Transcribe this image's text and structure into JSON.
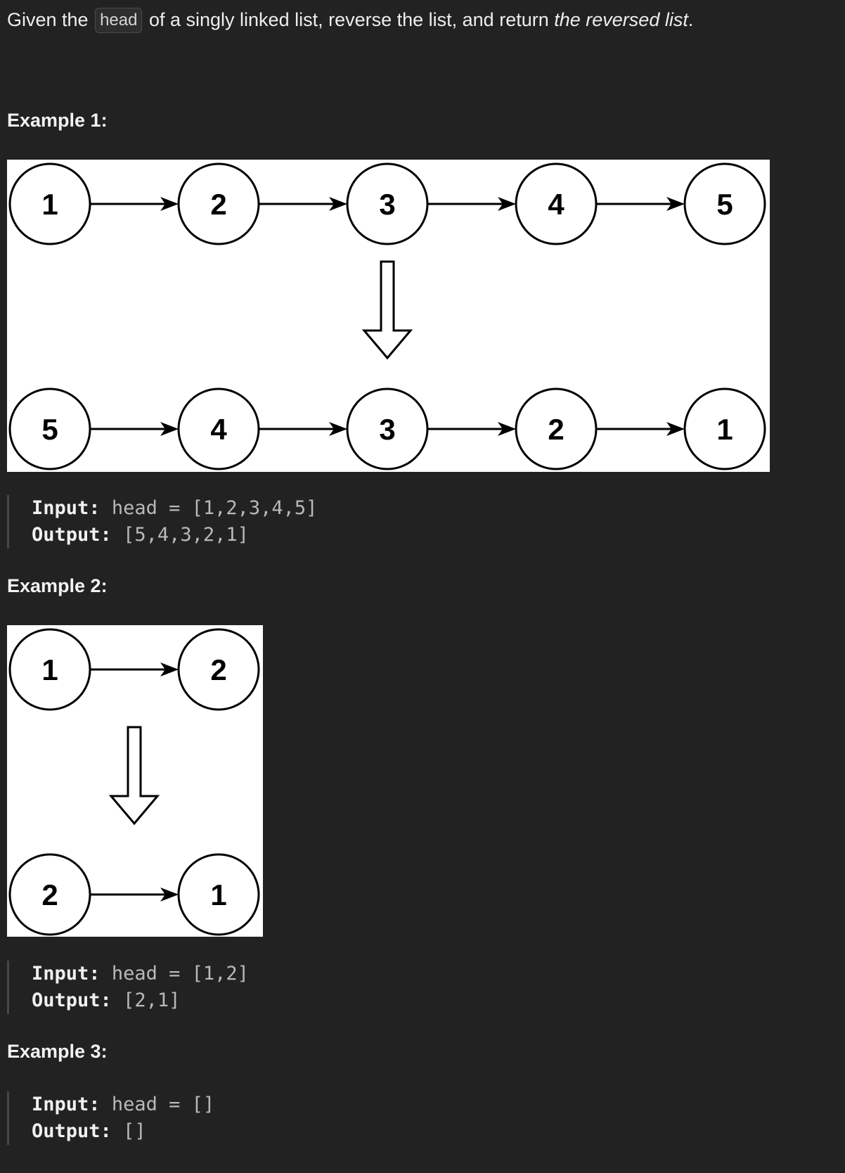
{
  "intro": {
    "text_before": "Given the ",
    "code": "head",
    "text_middle": " of a singly linked list, reverse the list, and return ",
    "emphasis": "the reversed list",
    "text_after": "."
  },
  "examples": [
    {
      "heading": "Example 1:",
      "diagram": {
        "top": [
          "1",
          "2",
          "3",
          "4",
          "5"
        ],
        "bottom": [
          "5",
          "4",
          "3",
          "2",
          "1"
        ]
      },
      "input_label": "Input:",
      "input_value": "head = [1,2,3,4,5]",
      "output_label": "Output:",
      "output_value": "[5,4,3,2,1]"
    },
    {
      "heading": "Example 2:",
      "diagram": {
        "top": [
          "1",
          "2"
        ],
        "bottom": [
          "2",
          "1"
        ]
      },
      "input_label": "Input:",
      "input_value": "head = [1,2]",
      "output_label": "Output:",
      "output_value": "[2,1]"
    },
    {
      "heading": "Example 3:",
      "input_label": "Input:",
      "input_value": "head = []",
      "output_label": "Output:",
      "output_value": "[]"
    }
  ],
  "colors": {
    "background": "#222222",
    "diagram_background": "#ffffff",
    "diagram_ink": "#000000"
  }
}
